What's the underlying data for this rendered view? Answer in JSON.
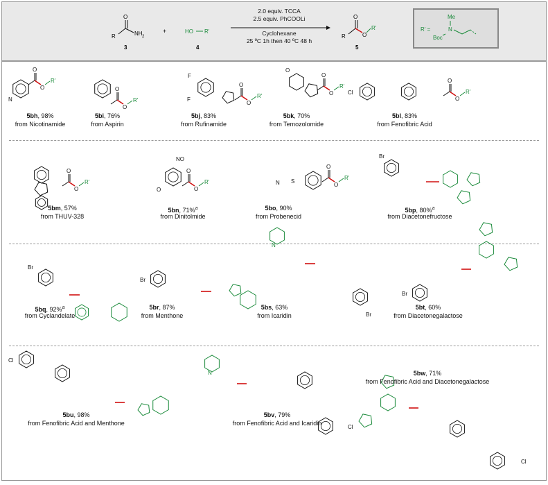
{
  "scheme": {
    "reagent1_id": "3",
    "reagent2_id": "4",
    "reagent2_text": "HO",
    "reagent2_r": "R'",
    "plus": "+",
    "product_id": "5",
    "cond1": "2.0 equiv. TCCA",
    "cond2": "2.5 equiv. PhCOOLi",
    "cond3": "Cyclohexane",
    "cond4": "25 ºC 1h then 40 ºC  48 h",
    "rprime_def": "R' =",
    "atoms": {
      "R": "R",
      "O": "O",
      "NH2": "NH",
      "sub2": "2",
      "Rp": "R'",
      "Me": "Me",
      "N": "N",
      "Boc": "Boc"
    }
  },
  "compounds": [
    {
      "id": "5bh",
      "yield": ", 98%",
      "sup": "",
      "source": "from Nicotinamide"
    },
    {
      "id": "5bi",
      "yield": ", 76%",
      "sup": "",
      "source": "from Aspirin"
    },
    {
      "id": "5bj",
      "yield": ", 83%",
      "sup": "",
      "source": "from Rufinamide"
    },
    {
      "id": "5bk",
      "yield": ", 70%",
      "sup": "",
      "source": "from Temozolomide"
    },
    {
      "id": "5bl",
      "yield": ", 83%",
      "sup": "",
      "source": "from Fenofibric Acid"
    },
    {
      "id": "5bm",
      "yield": ", 57%",
      "sup": "",
      "source": "from THUV-328"
    },
    {
      "id": "5bn",
      "yield": ", 71%",
      "sup": "a",
      "source": "from Dinitolmide"
    },
    {
      "id": "5bo",
      "yield": ", 90%",
      "sup": "",
      "source": "from Probenecid"
    },
    {
      "id": "5bp",
      "yield": ", 80%",
      "sup": "a",
      "source": "from Diacetonefructose"
    },
    {
      "id": "5bq",
      "yield": ", 92%",
      "sup": "a",
      "source": "from Cyclandelate"
    },
    {
      "id": "5br",
      "yield": ", 87%",
      "sup": "",
      "source": "from Menthone"
    },
    {
      "id": "5bs",
      "yield": ", 63%",
      "sup": "",
      "source": "from Icaridin"
    },
    {
      "id": "5bt",
      "yield": ", 60%",
      "sup": "",
      "source": "from Diacetonegalactose"
    },
    {
      "id": "5bu",
      "yield": ", 98%",
      "sup": "",
      "source": "from Fenofibric Acid and Menthone"
    },
    {
      "id": "5bv",
      "yield": ", 79%",
      "sup": "",
      "source": "from Fenofibric Acid and Icaridin"
    },
    {
      "id": "5bw",
      "yield": ", 71%",
      "sup": "",
      "source": "from Fenofibric Acid and Diacetonegalactose"
    }
  ],
  "atom_labels": {
    "O": "O",
    "N": "N",
    "F": "F",
    "Cl": "Cl",
    "Br": "Br",
    "S": "S",
    "NO2": "NO",
    "Rp": "R'",
    "O2N": "O",
    "sub2": "2"
  },
  "colors": {
    "green": "#1a8a3a",
    "red": "#d01010",
    "black": "#111111",
    "panel_bg": "#e9e9e9"
  }
}
